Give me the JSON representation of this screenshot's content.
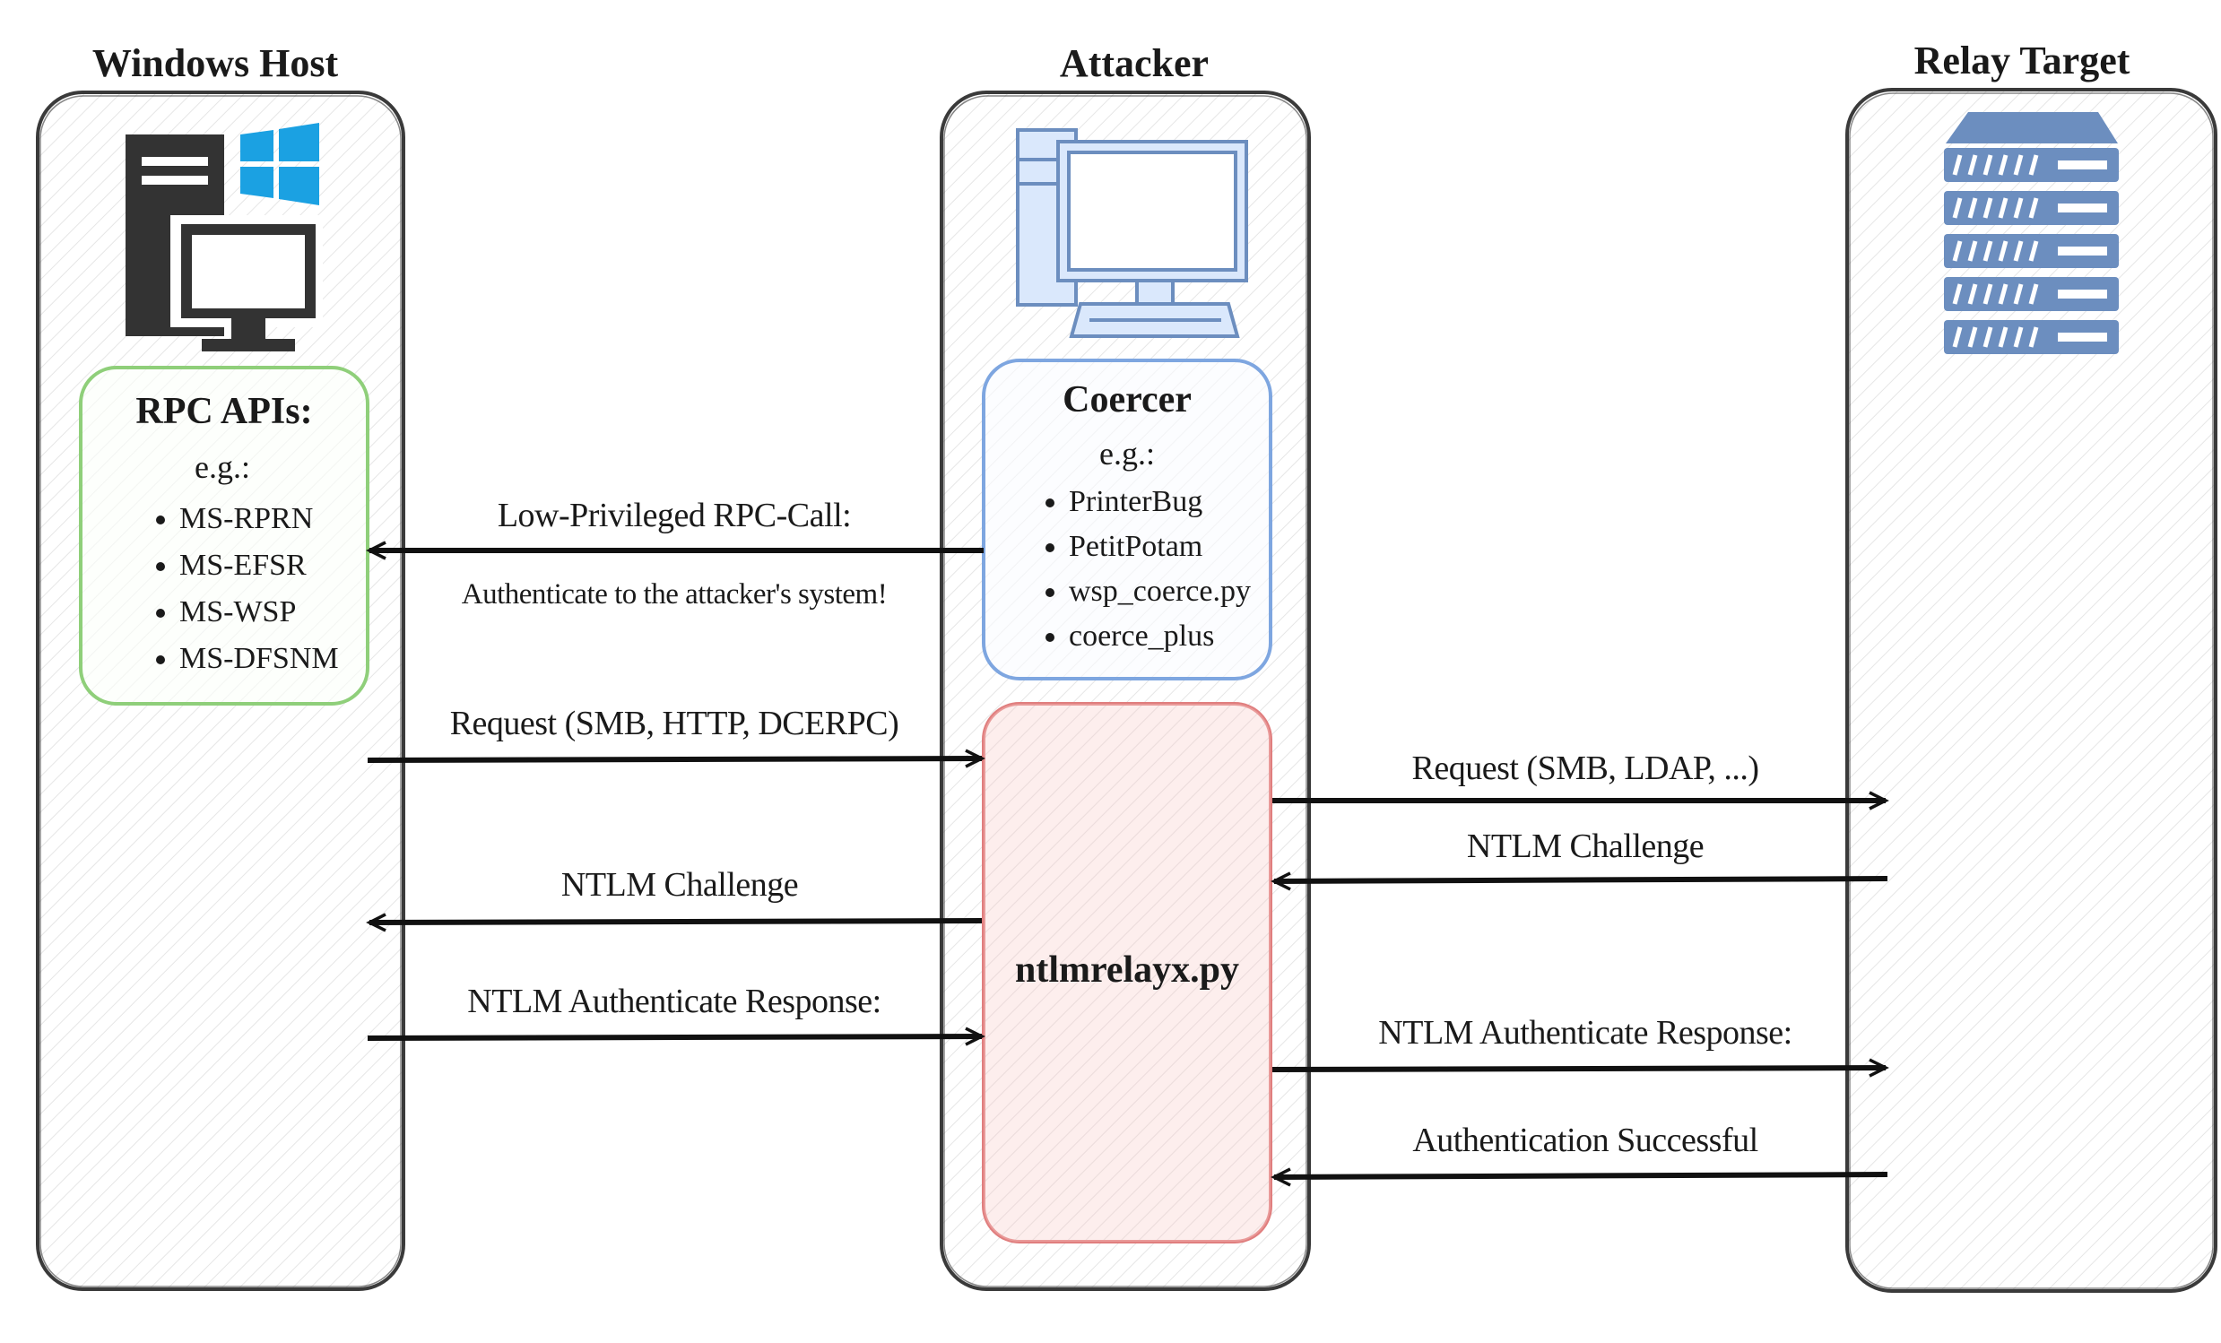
{
  "columns": {
    "windows_host": {
      "title": "Windows Host"
    },
    "attacker": {
      "title": "Attacker"
    },
    "relay_target": {
      "title": "Relay Target"
    }
  },
  "rpc_box": {
    "title": "RPC APIs:",
    "eg": "e.g.:",
    "items": [
      "MS-RPRN",
      "MS-EFSR",
      "MS-WSP",
      "MS-DFSNM"
    ],
    "border_color": "#8fcf7a"
  },
  "coercer_box": {
    "title": "Coercer",
    "eg": "e.g.:",
    "items": [
      "PrinterBug",
      "PetitPotam",
      "wsp_coerce.py",
      "coerce_plus"
    ],
    "border_color": "#7ea6e0"
  },
  "relay_box": {
    "label": "ntlmrelayx.py",
    "border_color": "#e07e7e"
  },
  "arrows": {
    "rpc_call": {
      "label": "Low-Privileged RPC-Call:",
      "sublabel": "Authenticate to the attacker's system!"
    },
    "request_host": {
      "label": "Request (SMB, HTTP, DCERPC)"
    },
    "challenge_host": {
      "label": "NTLM Challenge"
    },
    "auth_host": {
      "label": "NTLM Authenticate Response:"
    },
    "request_target": {
      "label": "Request (SMB, LDAP, ...)"
    },
    "challenge_target": {
      "label": "NTLM Challenge"
    },
    "auth_target": {
      "label": "NTLM Authenticate Response:"
    },
    "success_target": {
      "label": "Authentication Successful"
    }
  },
  "icons": {
    "windows_host": "windows-pc-icon",
    "attacker": "desktop-computer-icon",
    "relay_target": "server-rack-icon"
  },
  "colors": {
    "windows_logo": "#1ba1e2",
    "host_pc": "#333333",
    "attacker_pc": "#6c8ebf",
    "server": "#6c8ebf",
    "lane_border": "#3a3a3a",
    "arrow": "#111111"
  }
}
